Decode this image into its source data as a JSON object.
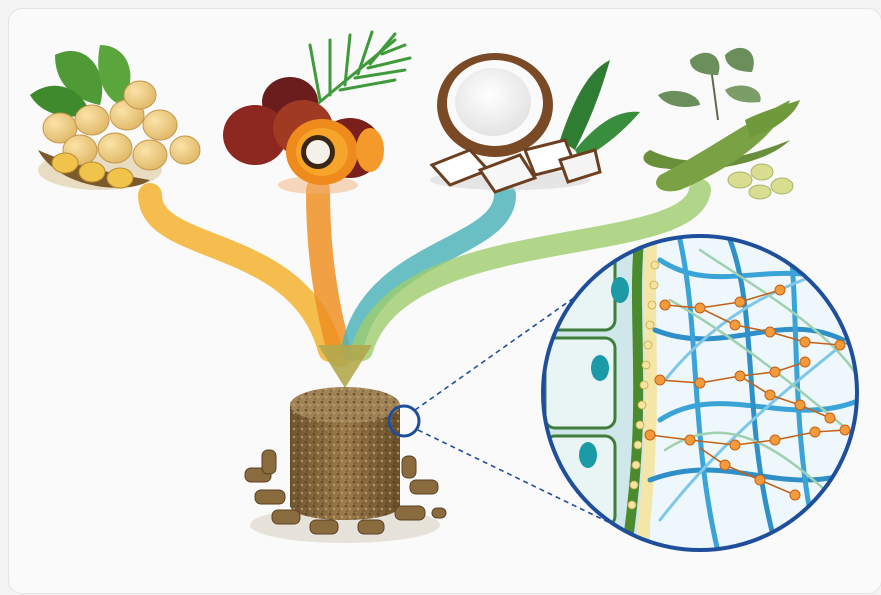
{
  "figure": {
    "sources": [
      {
        "name": "soybean",
        "icon": "soybean-icon",
        "flow_color": "#f2b22e"
      },
      {
        "name": "oil-palm-fruit",
        "icon": "palm-fruit-icon",
        "flow_color": "#ef8f22"
      },
      {
        "name": "coconut",
        "icon": "coconut-icon",
        "flow_color": "#4fb4b8"
      },
      {
        "name": "pea-pod",
        "icon": "pea-pod-icon",
        "flow_color": "#9fcd6e"
      }
    ],
    "product": {
      "name": "compressed-biomass-block",
      "icon": "pellet-block-icon"
    },
    "magnifier": {
      "name": "cell-wall-fiber-network",
      "icon": "magnified-structure-icon",
      "ring_color": "#1f4f9a"
    }
  }
}
